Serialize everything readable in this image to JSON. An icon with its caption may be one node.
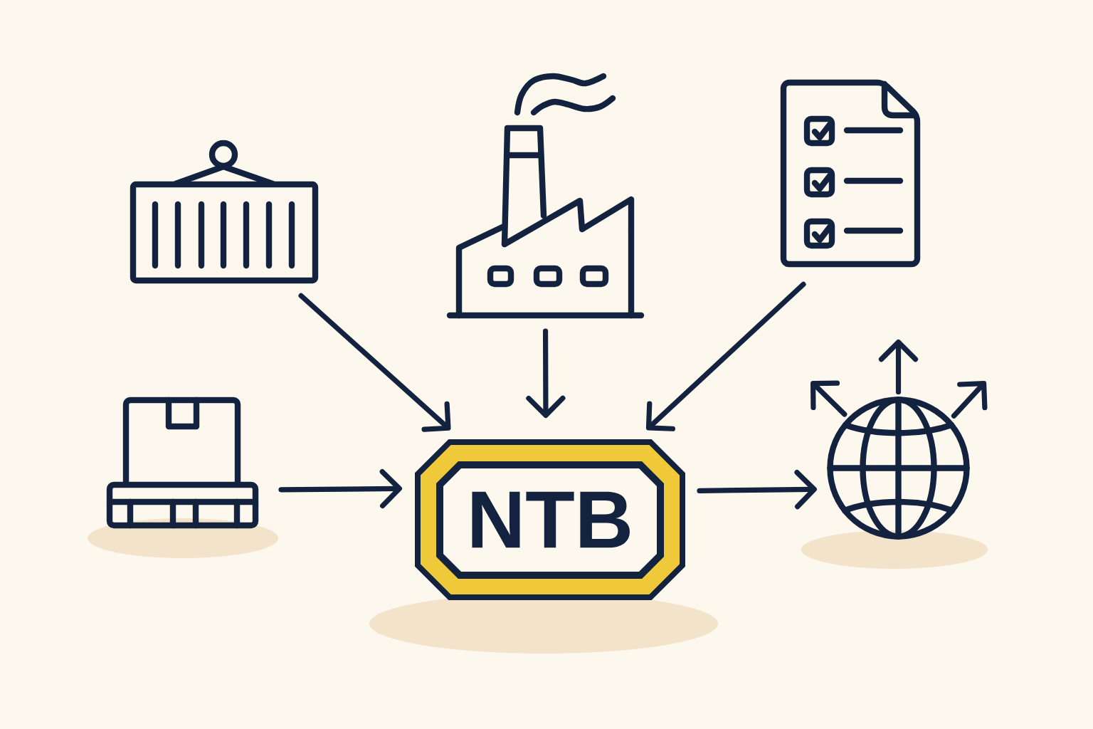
{
  "diagram": {
    "nodes": [
      {
        "text": [],
        "shape": "picture"
      },
      {
        "text": [],
        "shape": "picture"
      },
      {
        "text": [],
        "shape": "picture"
      },
      {
        "text": [],
        "shape": "picture"
      },
      {
        "text": [
          "NTB"
        ]
      },
      {
        "text": [],
        "shape": "picture"
      }
    ],
    "edges": [
      {
        "from": 0,
        "to": 4,
        "arrow": "to"
      },
      {
        "from": 1,
        "to": 4,
        "arrow": "to"
      },
      {
        "from": 2,
        "to": 4,
        "arrow": "to"
      },
      {
        "from": 3,
        "to": 4,
        "arrow": "to"
      },
      {
        "from": 4,
        "to": 5,
        "arrow": "to"
      },
      {
        "from": 5,
        "to": null,
        "arrow": "to"
      },
      {
        "from": 5,
        "to": null,
        "arrow": "to"
      },
      {
        "from": 5,
        "to": null,
        "arrow": "to"
      }
    ]
  }
}
